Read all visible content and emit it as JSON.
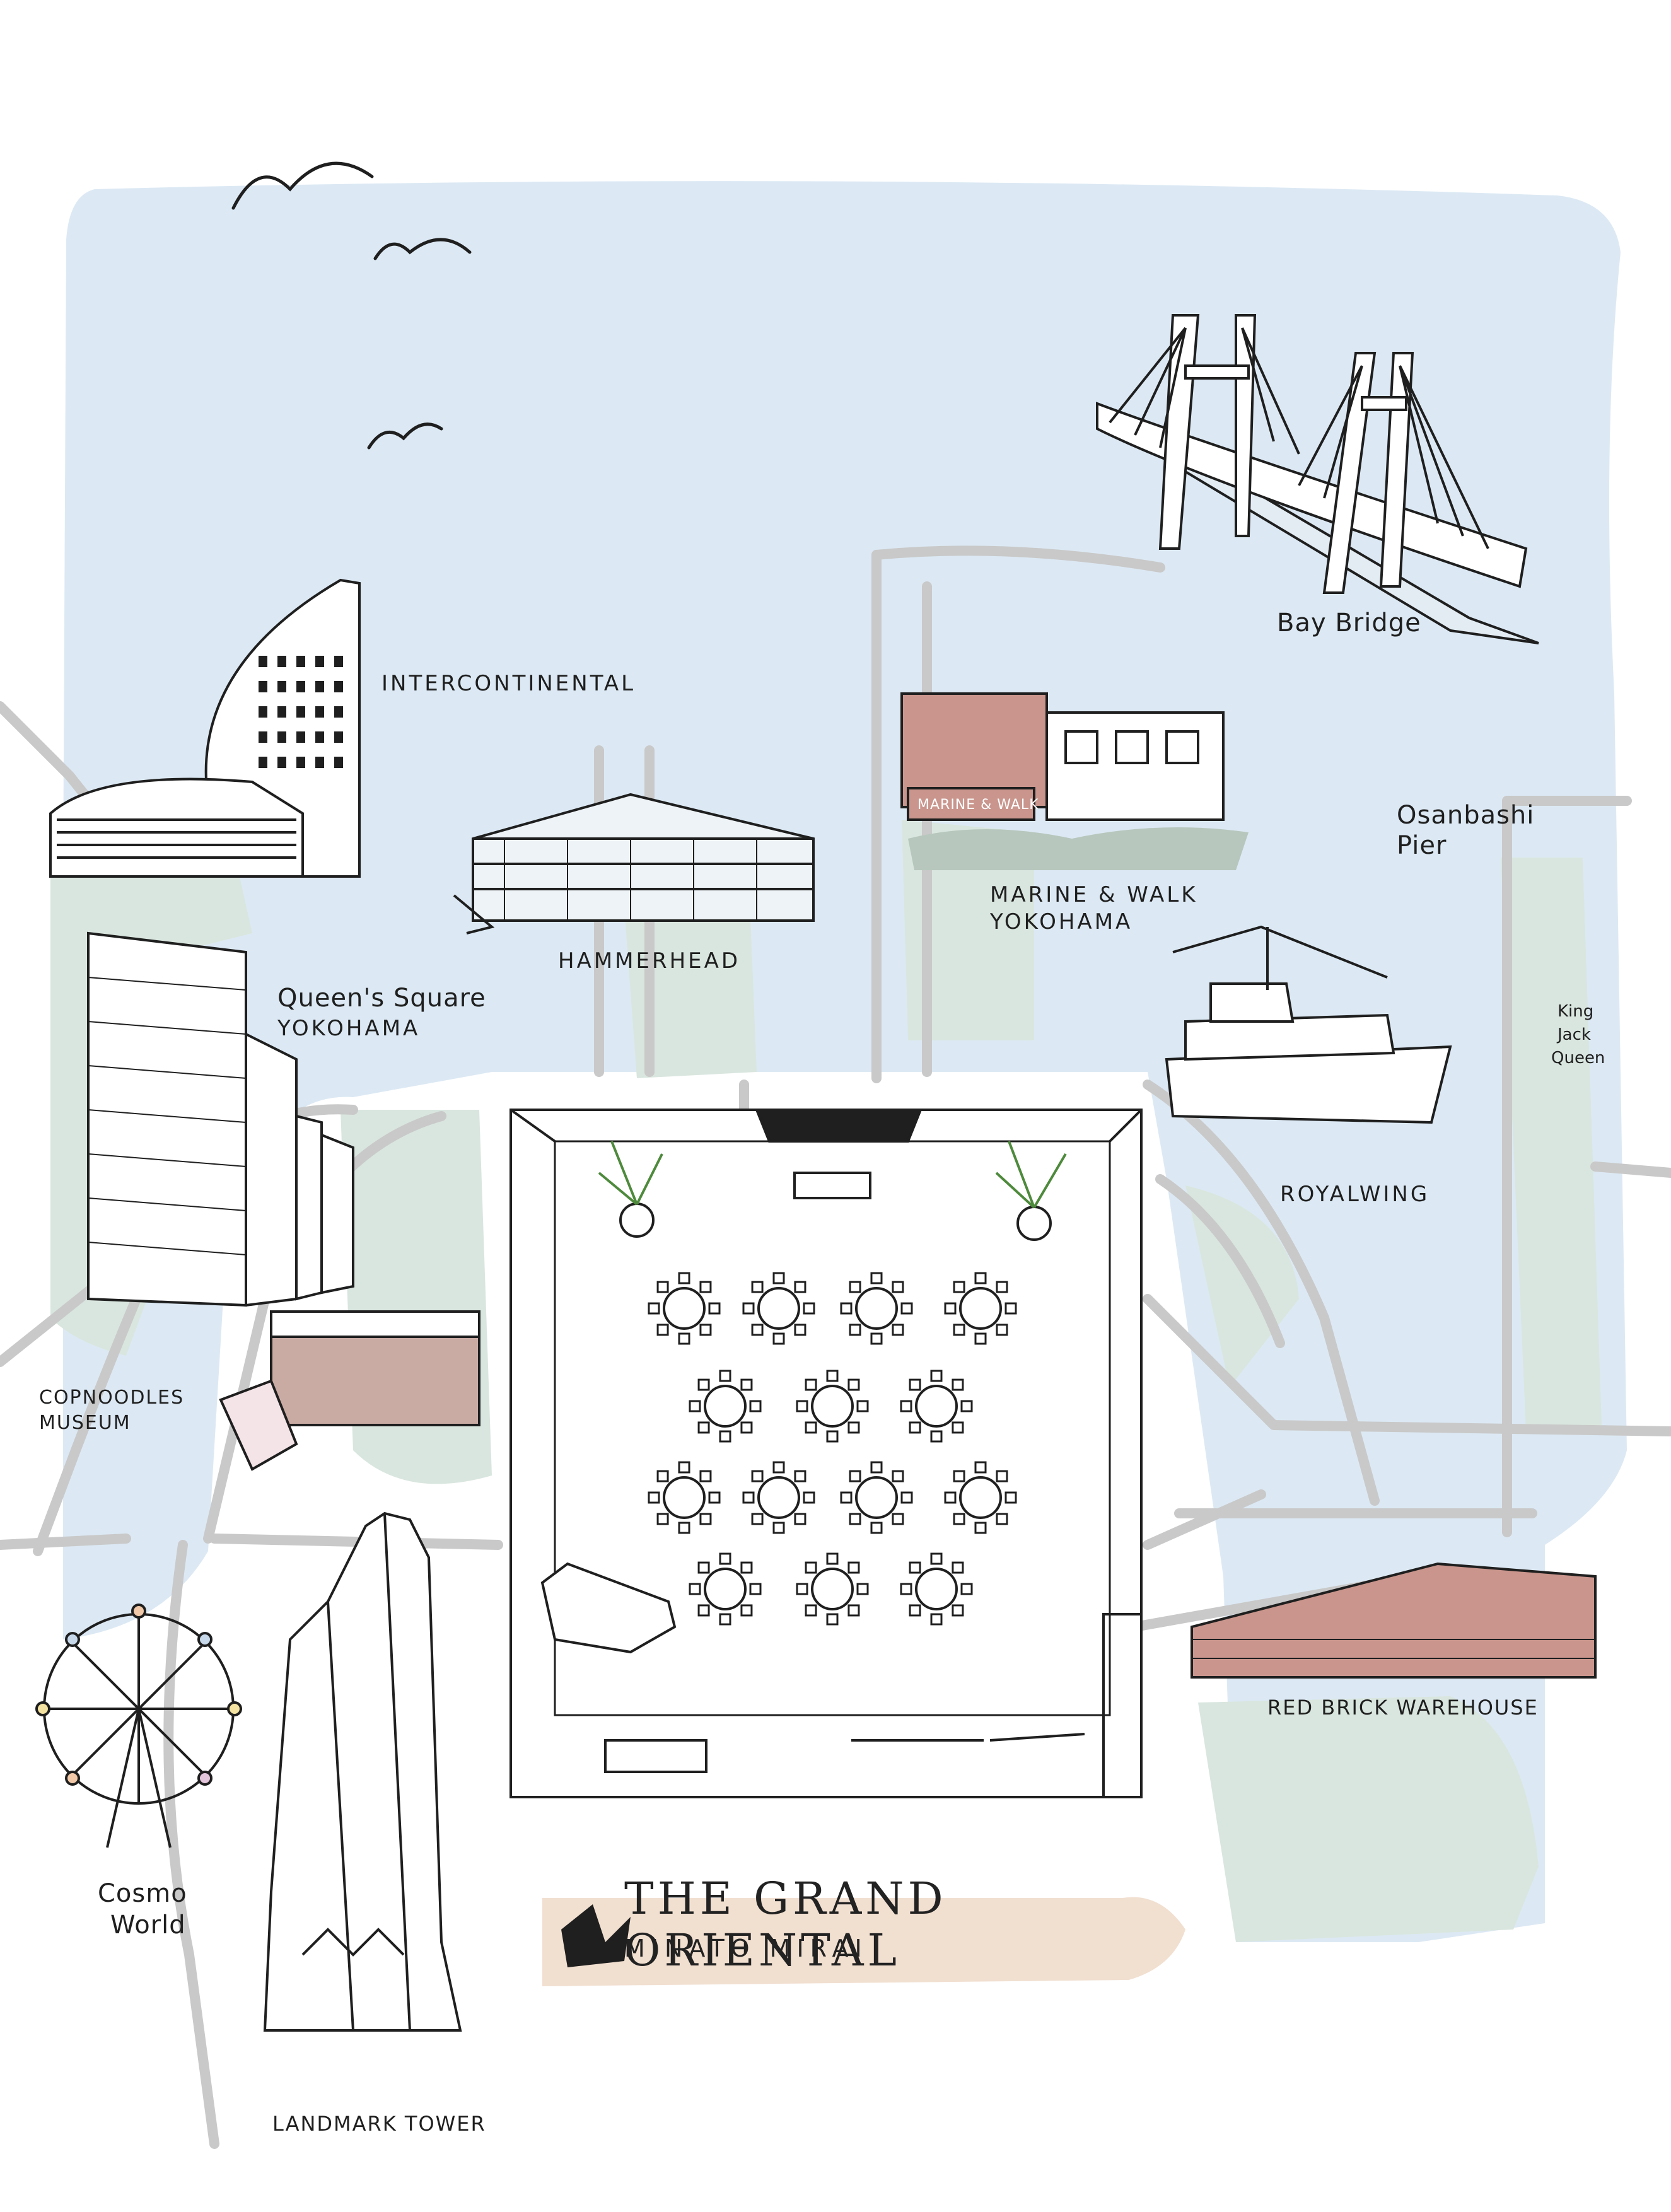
{
  "map": {
    "colors": {
      "water": "#dce9f4",
      "land": "#d9e6df",
      "road": "#c9c9c9",
      "ink": "#1f1f1f",
      "brick": "#c9958c",
      "title_wash": "#f1dfd0"
    },
    "title": {
      "main": "THE GRAND ORIENTAL",
      "sub": "MINATO MIRAI"
    },
    "landmarks": {
      "intercontinental": "INTERCONTINENTAL",
      "hammerhead": "HAMMERHEAD",
      "marine_walk_1": "MARINE & WALK",
      "marine_walk_2": "YOKOHAMA",
      "marine_walk_sign": "MARINE & WALK",
      "bay_bridge": "Bay Bridge",
      "osanbashi_1": "Osanbashi",
      "osanbashi_2": "Pier",
      "queens_square_1": "Queen's Square",
      "queens_square_2": "YOKOHAMA",
      "royalwing": "ROYALWING",
      "king_jack_queen_1": "King",
      "king_jack_queen_2": "Jack",
      "king_jack_queen_3": "Queen",
      "cupnoodles_1": "COPNOODLES",
      "cupnoodles_2": "MUSEUM",
      "red_brick": "RED BRICK WAREHOUSE",
      "cosmo_world_1": "Cosmo",
      "cosmo_world_2": "World",
      "landmark_tower": "LANDMARK TOWER"
    },
    "floor_plan": {
      "round_table_count": 14,
      "row_sizes": [
        4,
        3,
        4,
        3
      ]
    }
  }
}
